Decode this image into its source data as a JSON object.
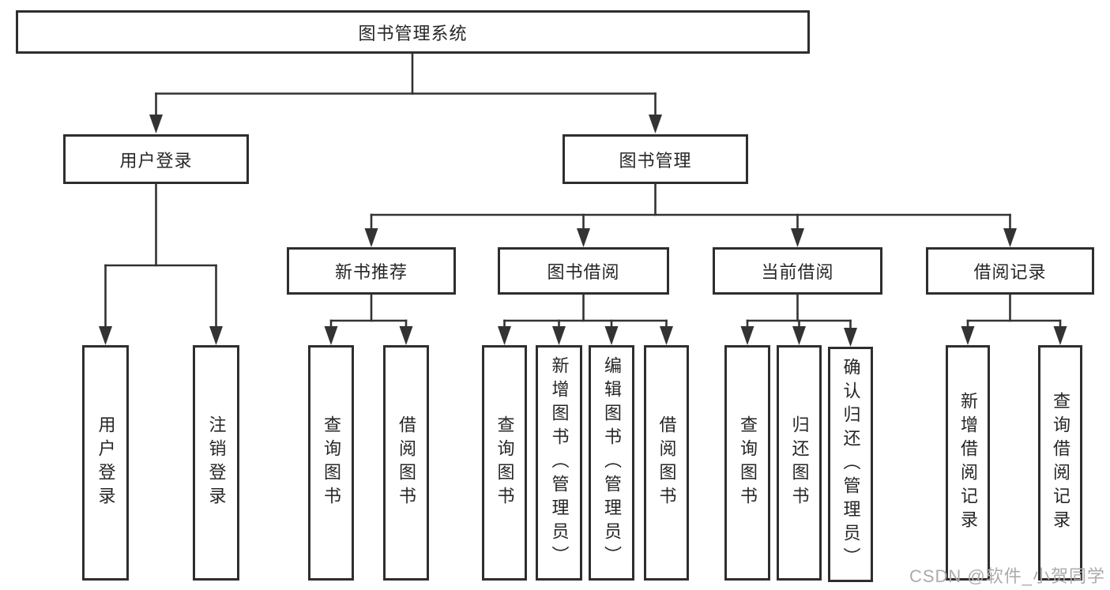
{
  "diagram": {
    "root": {
      "label": "图书管理系统"
    },
    "level2": [
      {
        "id": "user-login",
        "label": "用户登录"
      },
      {
        "id": "book-management",
        "label": "图书管理"
      }
    ],
    "level3": [
      {
        "id": "new-book-recommend",
        "label": "新书推荐",
        "parent": "book-management"
      },
      {
        "id": "book-borrowing",
        "label": "图书借阅",
        "parent": "book-management"
      },
      {
        "id": "current-borrowing",
        "label": "当前借阅",
        "parent": "book-management"
      },
      {
        "id": "borrow-records",
        "label": "借阅记录",
        "parent": "book-management"
      }
    ],
    "leaves": [
      {
        "parent": "user-login",
        "label": "用户登录"
      },
      {
        "parent": "user-login",
        "label": "注销登录"
      },
      {
        "parent": "new-book-recommend",
        "label": "查询图书"
      },
      {
        "parent": "new-book-recommend",
        "label": "借阅图书"
      },
      {
        "parent": "book-borrowing",
        "label": "查询图书"
      },
      {
        "parent": "book-borrowing",
        "label": "新增图书（管理员）"
      },
      {
        "parent": "book-borrowing",
        "label": "编辑图书（管理员）"
      },
      {
        "parent": "book-borrowing",
        "label": "借阅图书"
      },
      {
        "parent": "current-borrowing",
        "label": "查询图书"
      },
      {
        "parent": "current-borrowing",
        "label": "归还图书"
      },
      {
        "parent": "current-borrowing",
        "label": "确认归还（管理员）"
      },
      {
        "parent": "borrow-records",
        "label": "新增借阅记录"
      },
      {
        "parent": "borrow-records",
        "label": "查询借阅记录"
      }
    ],
    "watermark": "CSDN @软件_小贺同学",
    "colors": {
      "line": "#333333",
      "box_border": "#2e2e2e",
      "text": "#262626",
      "background": "#ffffff",
      "watermark": "#ababab"
    }
  }
}
